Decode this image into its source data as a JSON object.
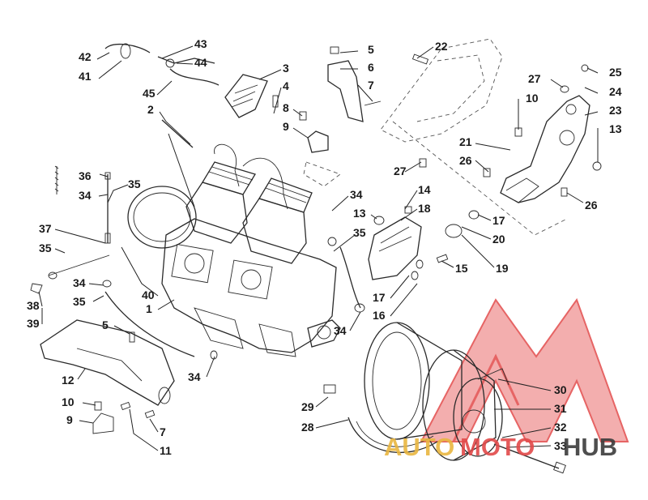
{
  "diagram": {
    "callouts": [
      {
        "id": "c42",
        "text": "42"
      },
      {
        "id": "c41",
        "text": "41"
      },
      {
        "id": "c43",
        "text": "43"
      },
      {
        "id": "c44",
        "text": "44"
      },
      {
        "id": "c45",
        "text": "45"
      },
      {
        "id": "c3",
        "text": "3"
      },
      {
        "id": "c4",
        "text": "4"
      },
      {
        "id": "c8",
        "text": "8"
      },
      {
        "id": "c9a",
        "text": "9"
      },
      {
        "id": "c2",
        "text": "2"
      },
      {
        "id": "c5a",
        "text": "5"
      },
      {
        "id": "c6",
        "text": "6"
      },
      {
        "id": "c7a",
        "text": "7"
      },
      {
        "id": "c22",
        "text": "22"
      },
      {
        "id": "c27a",
        "text": "27"
      },
      {
        "id": "c25",
        "text": "25"
      },
      {
        "id": "c10a",
        "text": "10"
      },
      {
        "id": "c24",
        "text": "24"
      },
      {
        "id": "c23",
        "text": "23"
      },
      {
        "id": "c13a",
        "text": "13"
      },
      {
        "id": "c21",
        "text": "21"
      },
      {
        "id": "c26a",
        "text": "26"
      },
      {
        "id": "c27b",
        "text": "27"
      },
      {
        "id": "c26b",
        "text": "26"
      },
      {
        "id": "c36",
        "text": "36"
      },
      {
        "id": "c35a",
        "text": "35"
      },
      {
        "id": "c34a",
        "text": "34"
      },
      {
        "id": "c34b",
        "text": "34"
      },
      {
        "id": "c14",
        "text": "14"
      },
      {
        "id": "c13b",
        "text": "13"
      },
      {
        "id": "c18",
        "text": "18"
      },
      {
        "id": "c17a",
        "text": "17"
      },
      {
        "id": "c35b",
        "text": "35"
      },
      {
        "id": "c20",
        "text": "20"
      },
      {
        "id": "c37",
        "text": "37"
      },
      {
        "id": "c35c",
        "text": "35"
      },
      {
        "id": "c15",
        "text": "15"
      },
      {
        "id": "c19",
        "text": "19"
      },
      {
        "id": "c34c",
        "text": "34"
      },
      {
        "id": "c40",
        "text": "40"
      },
      {
        "id": "c17b",
        "text": "17"
      },
      {
        "id": "c16",
        "text": "16"
      },
      {
        "id": "c38",
        "text": "38"
      },
      {
        "id": "c35d",
        "text": "35"
      },
      {
        "id": "c1",
        "text": "1"
      },
      {
        "id": "c39",
        "text": "39"
      },
      {
        "id": "c34d",
        "text": "34"
      },
      {
        "id": "c5b",
        "text": "5"
      },
      {
        "id": "c12",
        "text": "12"
      },
      {
        "id": "c34e",
        "text": "34"
      },
      {
        "id": "c30",
        "text": "30"
      },
      {
        "id": "c10b",
        "text": "10"
      },
      {
        "id": "c29",
        "text": "29"
      },
      {
        "id": "c31",
        "text": "31"
      },
      {
        "id": "c9b",
        "text": "9"
      },
      {
        "id": "c7b",
        "text": "7"
      },
      {
        "id": "c32",
        "text": "32"
      },
      {
        "id": "c28",
        "text": "28"
      },
      {
        "id": "c11",
        "text": "11"
      },
      {
        "id": "c33",
        "text": "33"
      }
    ]
  },
  "watermark": {
    "text_left": "AUTO",
    "text_mid": "MOTO",
    "text_right": "HUB",
    "color_primary": "#e24a4a",
    "color_secondary": "#3b3b3b",
    "color_left": "#e9b640"
  },
  "colors": {
    "line": "#2a2a2a",
    "background": "#ffffff"
  }
}
